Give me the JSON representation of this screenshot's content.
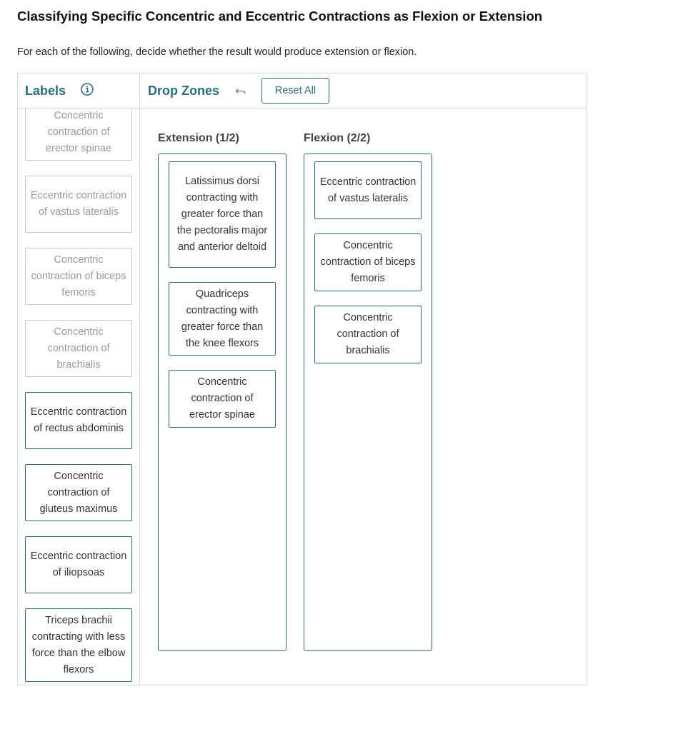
{
  "page": {
    "title": "Classifying Specific Concentric and Eccentric Contractions as Flexion or Extension",
    "instructions": "For each of the following, decide whether the result would produce extension or flexion."
  },
  "toolbar": {
    "labels_heading": "Labels",
    "drop_zones_heading": "Drop Zones",
    "reset_label": "Reset All",
    "info_icon": "info-icon",
    "undo_icon": "undo-icon"
  },
  "labels": [
    {
      "text": "Concentric contraction of erector spinae",
      "state": "used"
    },
    {
      "text": "Eccentric contraction of vastus lateralis",
      "state": "used"
    },
    {
      "text": "Concentric contraction of biceps femoris",
      "state": "used"
    },
    {
      "text": "Concentric contraction of brachialis",
      "state": "used"
    },
    {
      "text": "Eccentric contraction of rectus abdominis",
      "state": "available"
    },
    {
      "text": "Concentric contraction of gluteus maximus",
      "state": "available"
    },
    {
      "text": "Eccentric contraction of iliopsoas",
      "state": "available"
    },
    {
      "text": "Triceps brachii contracting with less force than the elbow flexors",
      "state": "available"
    }
  ],
  "zones": [
    {
      "title": "Extension (1/2)",
      "items": [
        "Latissimus dorsi contracting with greater force than the pectoralis major and anterior deltoid",
        "Quadriceps contracting with greater force than the knee flexors",
        "Concentric contraction of erector spinae"
      ]
    },
    {
      "title": "Flexion (2/2)",
      "items": [
        "Eccentric contraction of vastus lateralis",
        "Concentric contraction of biceps femoris",
        "Concentric contraction of brachialis"
      ]
    }
  ],
  "colors": {
    "accent": "#2a6f80",
    "used_border": "#c8c8c8",
    "used_text": "#9a9a9a"
  }
}
